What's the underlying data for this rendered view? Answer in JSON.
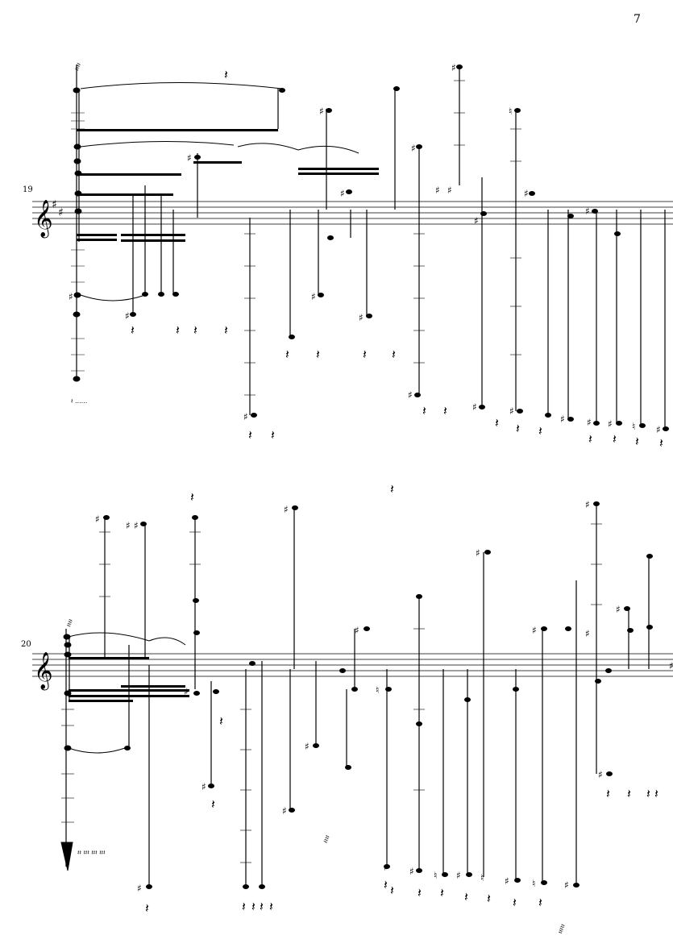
{
  "page": {
    "page_number": "7",
    "systems": [
      {
        "measure_number": "19",
        "clef": "treble",
        "key_signature": "F# C#",
        "staff_color": "#000000"
      },
      {
        "measure_number": "20",
        "clef": "treble",
        "key_signature": "none",
        "staff_color": "#000000"
      }
    ],
    "glyphs": {
      "treble_clef": "𝄞",
      "sharp": "♯",
      "double_sharp": "𝄪",
      "natural": "♮",
      "quarter_rest": "𝄽"
    }
  }
}
